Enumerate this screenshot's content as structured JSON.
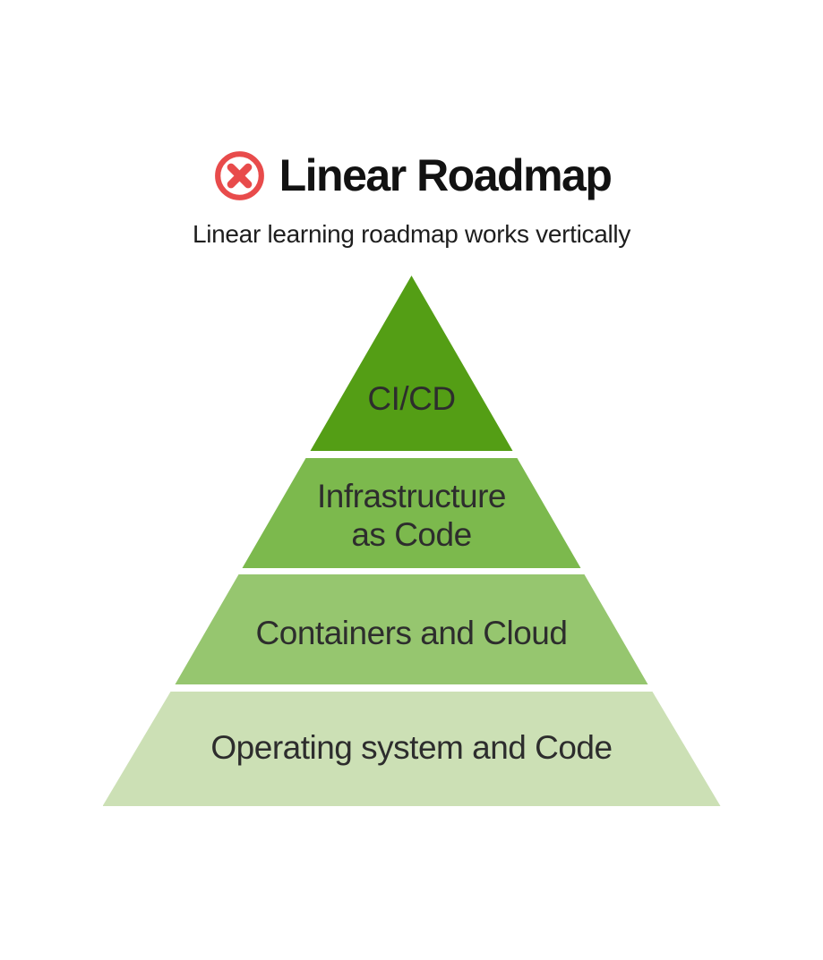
{
  "header": {
    "icon": {
      "name": "crossed-circle-icon",
      "color": "#E84B4B"
    },
    "title": "Linear Roadmap",
    "title_color": "#121212",
    "subtitle": "Linear learning roadmap works vertically",
    "subtitle_color": "#1E1E1E"
  },
  "pyramid": {
    "label_color": "#2D2D2D",
    "levels": [
      {
        "label": "CI/CD",
        "color": "#549E15"
      },
      {
        "label": "Infrastructure\nas Code",
        "color": "#7CB94D"
      },
      {
        "label": "Containers and Cloud",
        "color": "#96C66F"
      },
      {
        "label": "Operating system and Code",
        "color": "#CCE0B5"
      }
    ]
  }
}
